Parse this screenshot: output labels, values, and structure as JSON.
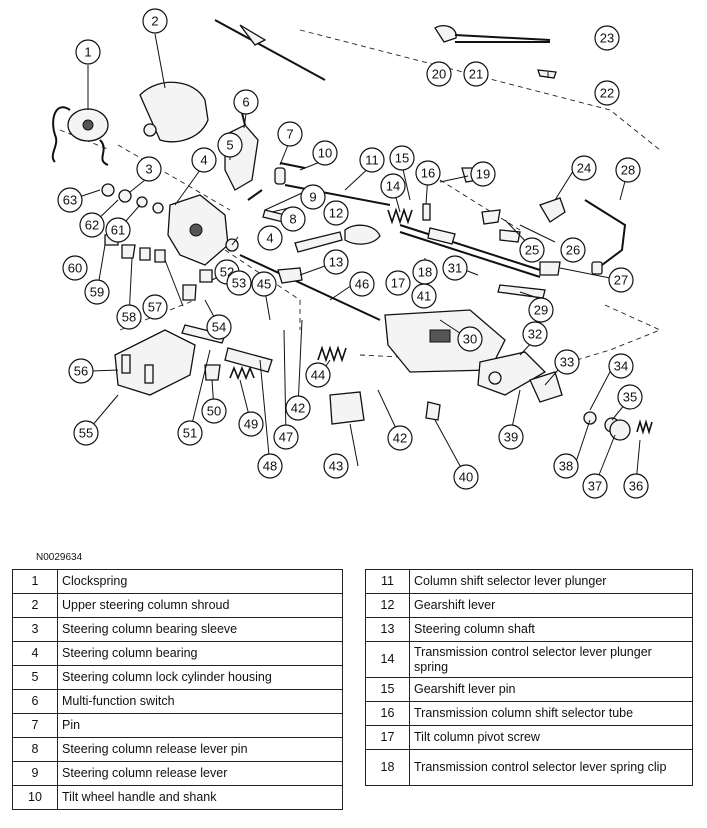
{
  "figure_id": "N0029634",
  "callouts": [
    "1",
    "2",
    "3",
    "4",
    "4",
    "5",
    "6",
    "7",
    "8",
    "9",
    "10",
    "11",
    "12",
    "13",
    "14",
    "15",
    "16",
    "17",
    "18",
    "19",
    "20",
    "21",
    "22",
    "23",
    "24",
    "25",
    "26",
    "27",
    "28",
    "29",
    "30",
    "31",
    "32",
    "33",
    "34",
    "35",
    "36",
    "37",
    "38",
    "39",
    "40",
    "41",
    "42",
    "42",
    "43",
    "44",
    "45",
    "46",
    "47",
    "48",
    "49",
    "50",
    "51",
    "52",
    "53",
    "54",
    "55",
    "56",
    "57",
    "58",
    "59",
    "60",
    "61",
    "62",
    "63"
  ],
  "legend_left": [
    {
      "num": "1",
      "desc": "Clockspring"
    },
    {
      "num": "2",
      "desc": "Upper steering column shroud"
    },
    {
      "num": "3",
      "desc": "Steering column bearing sleeve"
    },
    {
      "num": "4",
      "desc": "Steering column bearing"
    },
    {
      "num": "5",
      "desc": "Steering column lock cylinder housing"
    },
    {
      "num": "6",
      "desc": "Multi-function switch"
    },
    {
      "num": "7",
      "desc": "Pin"
    },
    {
      "num": "8",
      "desc": "Steering column release lever pin"
    },
    {
      "num": "9",
      "desc": "Steering column release lever"
    },
    {
      "num": "10",
      "desc": "Tilt wheel handle and shank"
    }
  ],
  "legend_right": [
    {
      "num": "11",
      "desc": "Column shift selector lever plunger"
    },
    {
      "num": "12",
      "desc": "Gearshift lever"
    },
    {
      "num": "13",
      "desc": "Steering column shaft"
    },
    {
      "num": "14",
      "desc": "Transmission control selector lever plunger spring"
    },
    {
      "num": "15",
      "desc": "Gearshift lever pin"
    },
    {
      "num": "16",
      "desc": "Transmission column shift selector tube"
    },
    {
      "num": "17",
      "desc": "Tilt column pivot screw"
    },
    {
      "num": "18",
      "desc": "Transmission control selector lever spring clip"
    }
  ]
}
